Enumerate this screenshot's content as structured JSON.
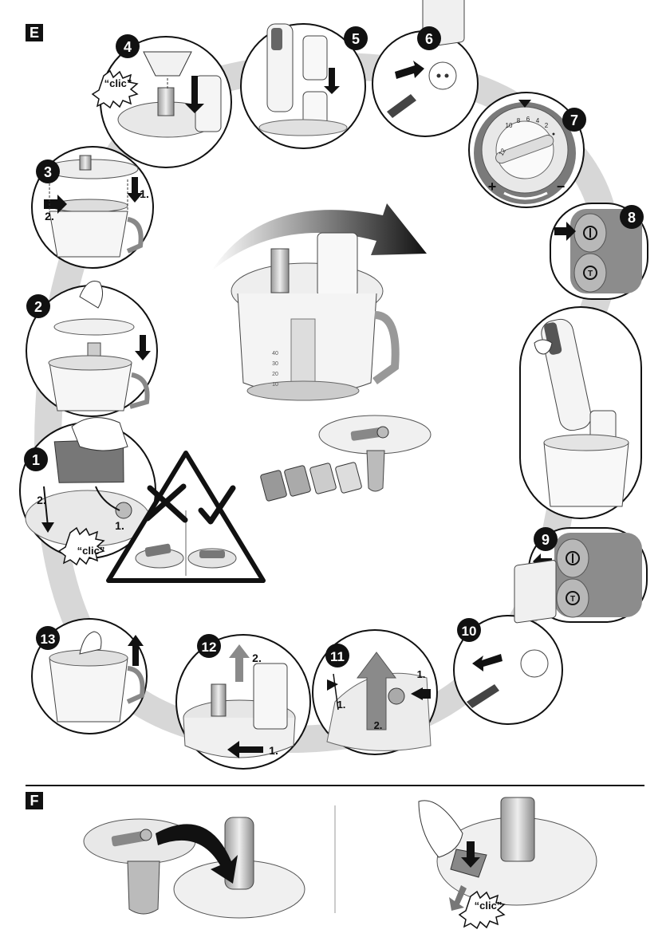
{
  "sections": {
    "e_label": "E",
    "f_label": "F"
  },
  "steps": {
    "s1": "1",
    "s2": "2",
    "s3": "3",
    "s4": "4",
    "s5": "5",
    "s6": "6",
    "s7": "7",
    "s8": "8",
    "s9": "9",
    "s10": "10",
    "s11": "11",
    "s12": "12",
    "s13": "13"
  },
  "labels": {
    "clic": "“clic”",
    "n1": "1.",
    "n2": "2."
  },
  "dial": {
    "ticks": [
      "12",
      "10",
      "8",
      "6",
      "4",
      "2",
      "●"
    ],
    "plus": "+",
    "minus": "−"
  },
  "bowl_marks": [
    "40",
    "30",
    "20",
    "10"
  ],
  "icons": {
    "check": "check-icon",
    "cross": "cross-icon",
    "warning": "warning-triangle-icon"
  },
  "colors": {
    "ink": "#111111",
    "swoosh": "#cfcfcf",
    "panel_gray": "#8c8c8c",
    "dial_gray": "#777777"
  }
}
